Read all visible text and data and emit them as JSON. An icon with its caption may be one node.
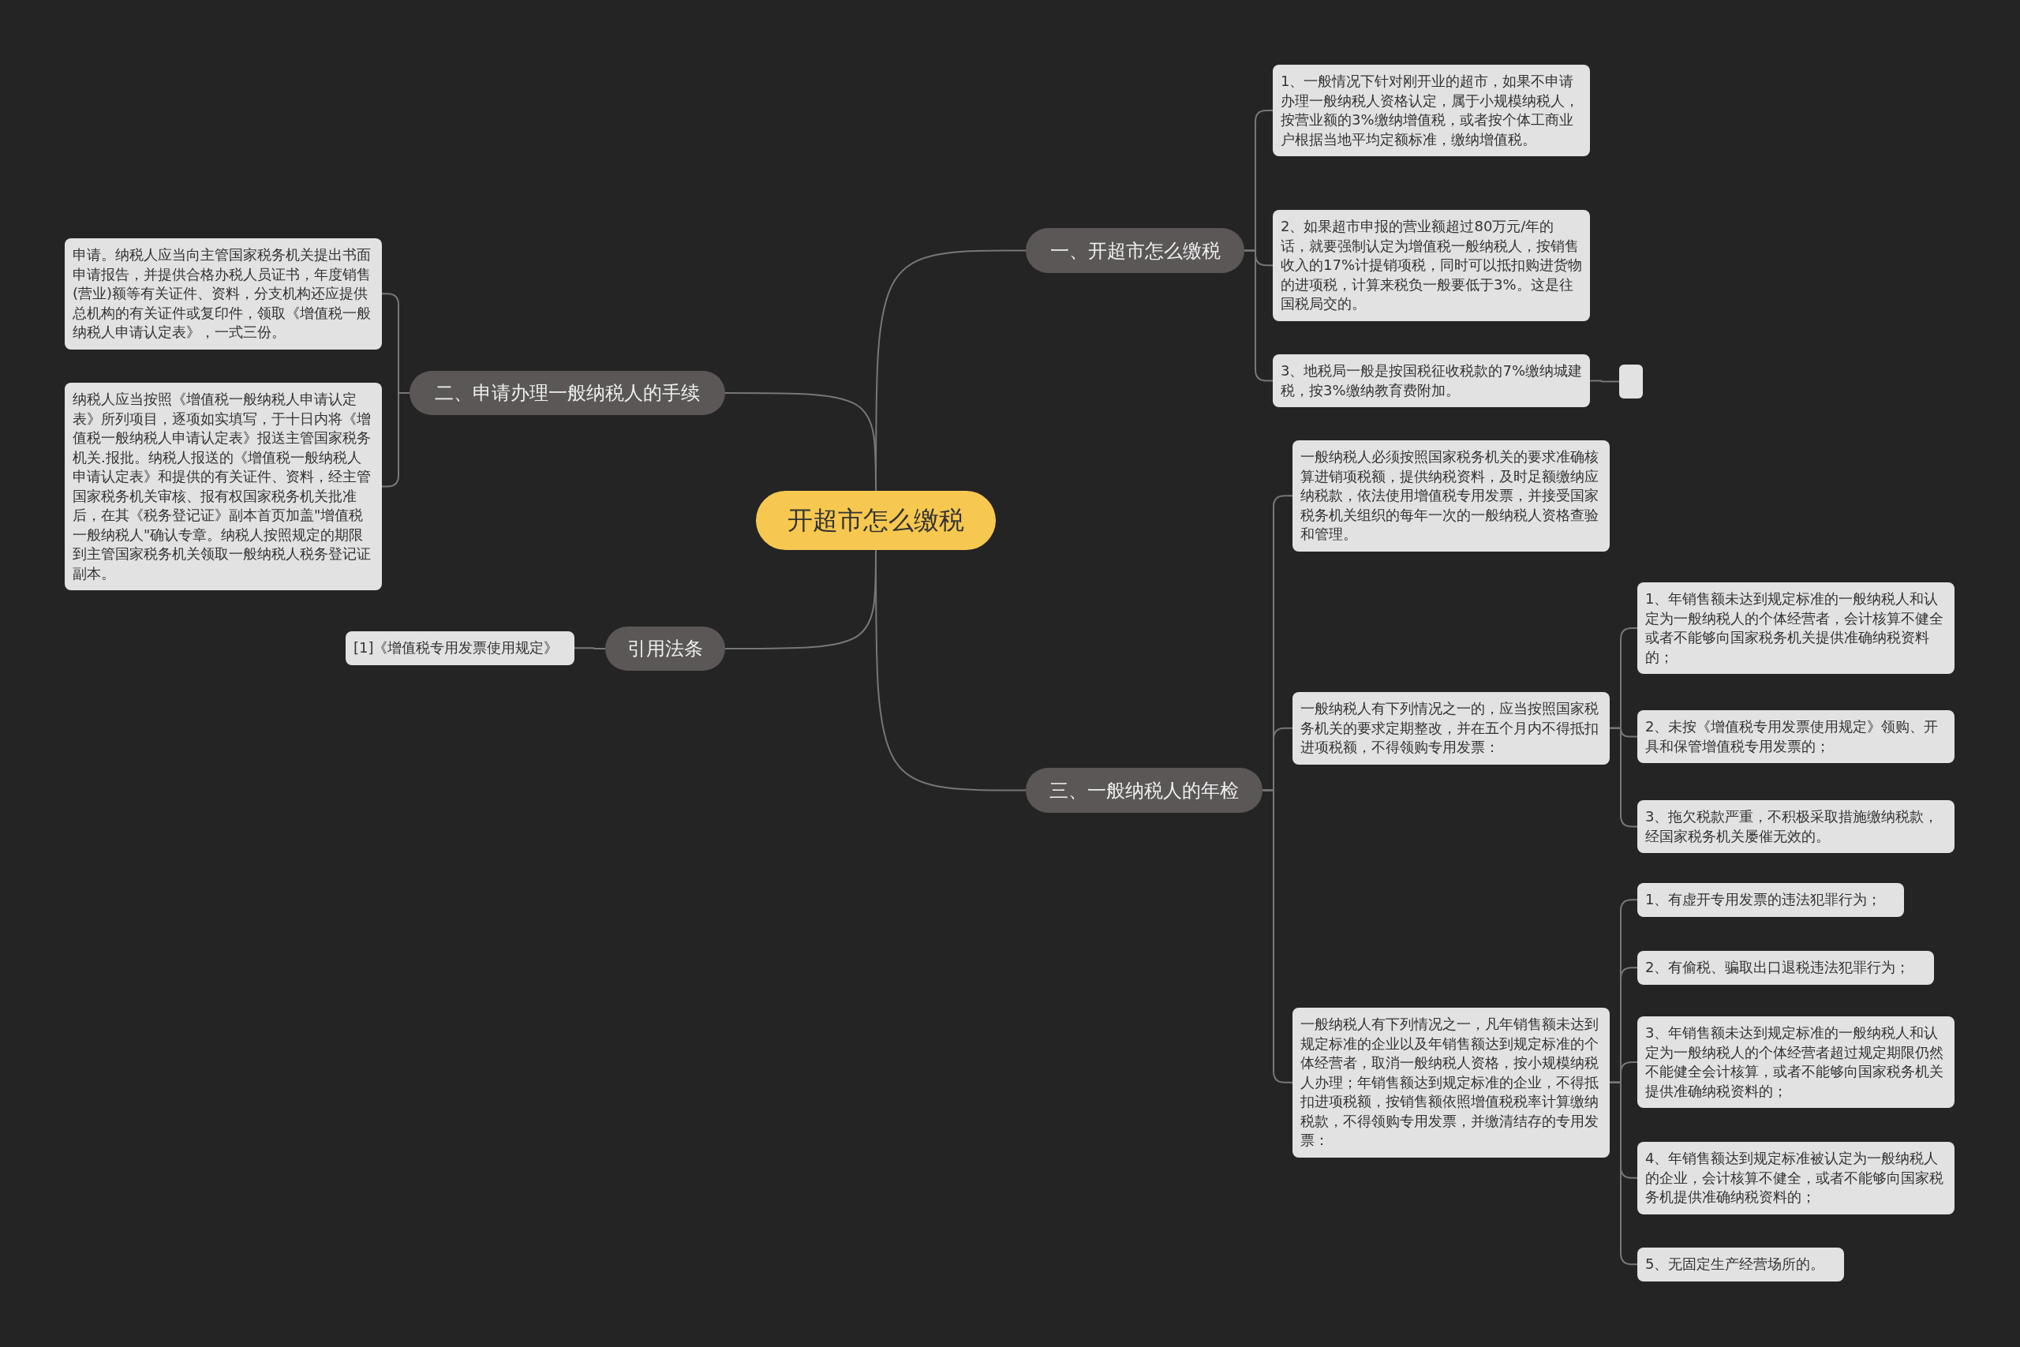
{
  "diagram": {
    "nodes": [
      {
        "text": [
          "开超市怎么缴税"
        ]
      },
      {
        "text": [
          "一、开超市怎么缴税"
        ]
      },
      {
        "text": [
          "1、一般情况下针对刚开业的超市，如果不申请办理一般纳税人资格认定，属于小规模纳税人，按营业额的3%缴纳增值税，或者按个体工商业户根据当地平均定额标准，缴纳增值税。"
        ]
      },
      {
        "text": [
          "2、如果超市申报的营业额超过80万元/年的话，就要强制认定为增值税一般纳税人，按销售收入的17%计提销项税，同时可以抵扣购进货物的进项税，计算来税负一般要低于3%。这是往国税局交的。"
        ]
      },
      {
        "text": [
          "3、地税局一般是按国税征收税款的7%缴纳城建税，按3%缴纳教育费附加。"
        ]
      },
      {
        "text": [],
        "shape": "box"
      },
      {
        "text": [
          "二、申请办理一般纳税人的手续"
        ]
      },
      {
        "text": [
          "申请。纳税人应当向主管国家税务机关提出书面申请报告，并提供合格办税人员证书，年度销售(营业)额等有关证件、资料，分支机构还应提供总机构的有关证件或复印件，领取《增值税一般纳税人申请认定表》，一式三份。"
        ]
      },
      {
        "text": [
          "纳税人应当按照《增值税一般纳税人申请认定表》所列项目，逐项如实填写，于十日内将《增值税一般纳税人申请认定表》报送主管国家税务机关.报批。纳税人报送的《增值税一般纳税人申请认定表》和提供的有关证件、资料，经主管国家税务机关审核、报有权国家税务机关批准后，在其《税务登记证》副本首页加盖\"增值税一般纳税人\"确认专章。纳税人按照规定的期限到主管国家税务机关领取一般纳税人税务登记证副本。"
        ]
      },
      {
        "text": [
          "引用法条"
        ]
      },
      {
        "text": [
          "[1]《增值税专用发票使用规定》"
        ]
      },
      {
        "text": [
          "三、一般纳税人的年检"
        ]
      },
      {
        "text": [
          "一般纳税人必须按照国家税务机关的要求准确核算进销项税额，提供纳税资料，及时足额缴纳应纳税款，依法使用增值税专用发票，并接受国家税务机关组织的每年一次的一般纳税人资格查验和管理。"
        ]
      },
      {
        "text": [
          "一般纳税人有下列情况之一的，应当按照国家税务机关的要求定期整改，并在五个月内不得抵扣进项税额，不得领购专用发票："
        ]
      },
      {
        "text": [
          "1、年销售额未达到规定标准的一般纳税人和认定为一般纳税人的个体经营者，会计核算不健全或者不能够向国家税务机关提供准确纳税资料的；"
        ]
      },
      {
        "text": [
          "2、未按《增值税专用发票使用规定》领购、开具和保管增值税专用发票的；"
        ]
      },
      {
        "text": [
          "3、拖欠税款严重，不积极采取措施缴纳税款，经国家税务机关屡催无效的。"
        ]
      },
      {
        "text": [
          "一般纳税人有下列情况之一，凡年销售额未达到规定标准的企业以及年销售额达到规定标准的个体经营者，取消一般纳税人资格，按小规模纳税人办理；年销售额达到规定标准的企业，不得抵扣进项税额，按销售额依照增值税税率计算缴纳税款，不得领购专用发票，并缴清结存的专用发票："
        ]
      },
      {
        "text": [
          "1、有虚开专用发票的违法犯罪行为；"
        ]
      },
      {
        "text": [
          "2、有偷税、骗取出口退税违法犯罪行为；"
        ]
      },
      {
        "text": [
          "3、年销售额未达到规定标准的一般纳税人和认定为一般纳税人的个体经营者超过规定期限仍然不能健全会计核算，或者不能够向国家税务机关提供准确纳税资料的；"
        ]
      },
      {
        "text": [
          "4、年销售额达到规定标准被认定为一般纳税人的企业，会计核算不健全，或者不能够向国家税务机提供准确纳税资料的；"
        ]
      },
      {
        "text": [
          "5、无固定生产经营场所的。"
        ]
      }
    ],
    "edges": [
      {
        "from": 0,
        "to": 1,
        "arrow": "none"
      },
      {
        "from": 1,
        "to": 2,
        "arrow": "none"
      },
      {
        "from": 1,
        "to": 3,
        "arrow": "none"
      },
      {
        "from": 1,
        "to": 4,
        "arrow": "none"
      },
      {
        "from": 4,
        "to": 5,
        "arrow": "none"
      },
      {
        "from": 0,
        "to": 6,
        "arrow": "none"
      },
      {
        "from": 6,
        "to": 7,
        "arrow": "none"
      },
      {
        "from": 6,
        "to": 8,
        "arrow": "none"
      },
      {
        "from": 0,
        "to": 9,
        "arrow": "none"
      },
      {
        "from": 9,
        "to": 10,
        "arrow": "none"
      },
      {
        "from": 0,
        "to": 11,
        "arrow": "none"
      },
      {
        "from": 11,
        "to": 12,
        "arrow": "none"
      },
      {
        "from": 11,
        "to": 13,
        "arrow": "none"
      },
      {
        "from": 13,
        "to": 14,
        "arrow": "none"
      },
      {
        "from": 13,
        "to": 15,
        "arrow": "none"
      },
      {
        "from": 13,
        "to": 16,
        "arrow": "none"
      },
      {
        "from": 11,
        "to": 17,
        "arrow": "none"
      },
      {
        "from": 17,
        "to": 18,
        "arrow": "none"
      },
      {
        "from": 17,
        "to": 19,
        "arrow": "none"
      },
      {
        "from": 17,
        "to": 20,
        "arrow": "none"
      },
      {
        "from": 17,
        "to": 21,
        "arrow": "none"
      },
      {
        "from": 17,
        "to": 22,
        "arrow": "none"
      }
    ]
  }
}
